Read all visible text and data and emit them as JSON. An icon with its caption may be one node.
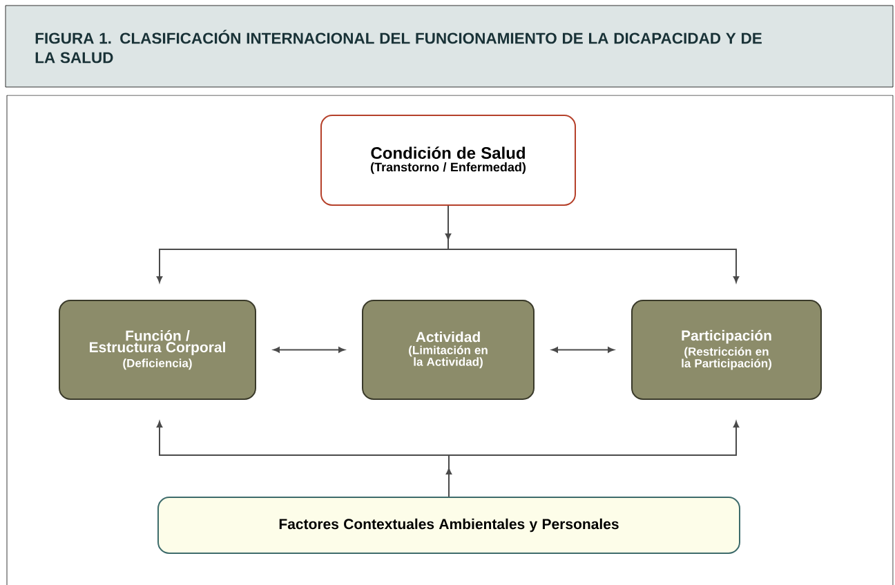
{
  "diagram": {
    "title": "FIGURA 1. CLASIFICACIÓN INTERNACIONAL DEL FUNCIONAMIENTO DE LA DICAPACIDAD Y DE LA SALUD",
    "nodes": [
      {
        "text": [
          "Condición de Salud",
          "(Transtorno / Enfermedad)"
        ]
      },
      {
        "text": [
          "Función / Estructura Corporal",
          "(Deficiencia)"
        ]
      },
      {
        "text": [
          "Actividad",
          "(Limitación en la Actividad)"
        ]
      },
      {
        "text": [
          "Participación",
          "(Restricción en la Participación)"
        ]
      },
      {
        "text": [
          "Factores Contextuales Ambientales y Personales"
        ]
      }
    ],
    "edges": [
      {
        "from": 0,
        "to": 1,
        "arrow": "to"
      },
      {
        "from": 0,
        "to": 3,
        "arrow": "to"
      },
      {
        "from": 1,
        "to": 2,
        "arrow": "both"
      },
      {
        "from": 2,
        "to": 3,
        "arrow": "both"
      },
      {
        "from": 4,
        "to": 1,
        "arrow": "to"
      },
      {
        "from": 4,
        "to": 3,
        "arrow": "to"
      }
    ]
  }
}
